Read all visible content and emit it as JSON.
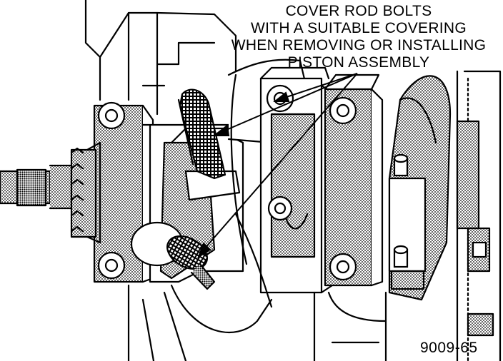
{
  "callout": {
    "lines": [
      "COVER ROD BOLTS",
      "WITH A SUITABLE COVERING",
      "WHEN REMOVING OR INSTALLING",
      "PISTON ASSEMBLY"
    ]
  },
  "figure_id": "9009-65",
  "colors": {
    "ink": "#000000",
    "paper": "#ffffff",
    "shade": "#8a8a8a"
  }
}
